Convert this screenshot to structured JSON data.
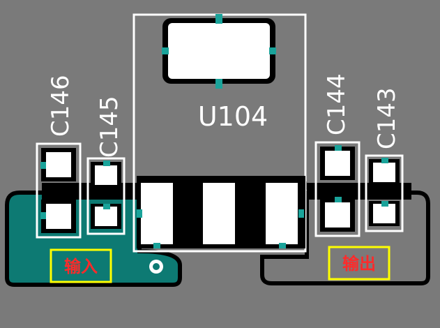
{
  "refdes": {
    "u104": "U104",
    "c146": "C146",
    "c145": "C145",
    "c144": "C144",
    "c143": "C143"
  },
  "labels": {
    "input": "输入",
    "output": "输出"
  },
  "colors": {
    "background": "#7a7a7a",
    "copper_pour": "#0d7a73",
    "via_cap": "#1aa39a",
    "pad": "#ffffff",
    "solder_mask": "#000000",
    "silkscreen": "#ffffff",
    "label_text": "#ff2a2a",
    "label_box": "#ffff00"
  }
}
